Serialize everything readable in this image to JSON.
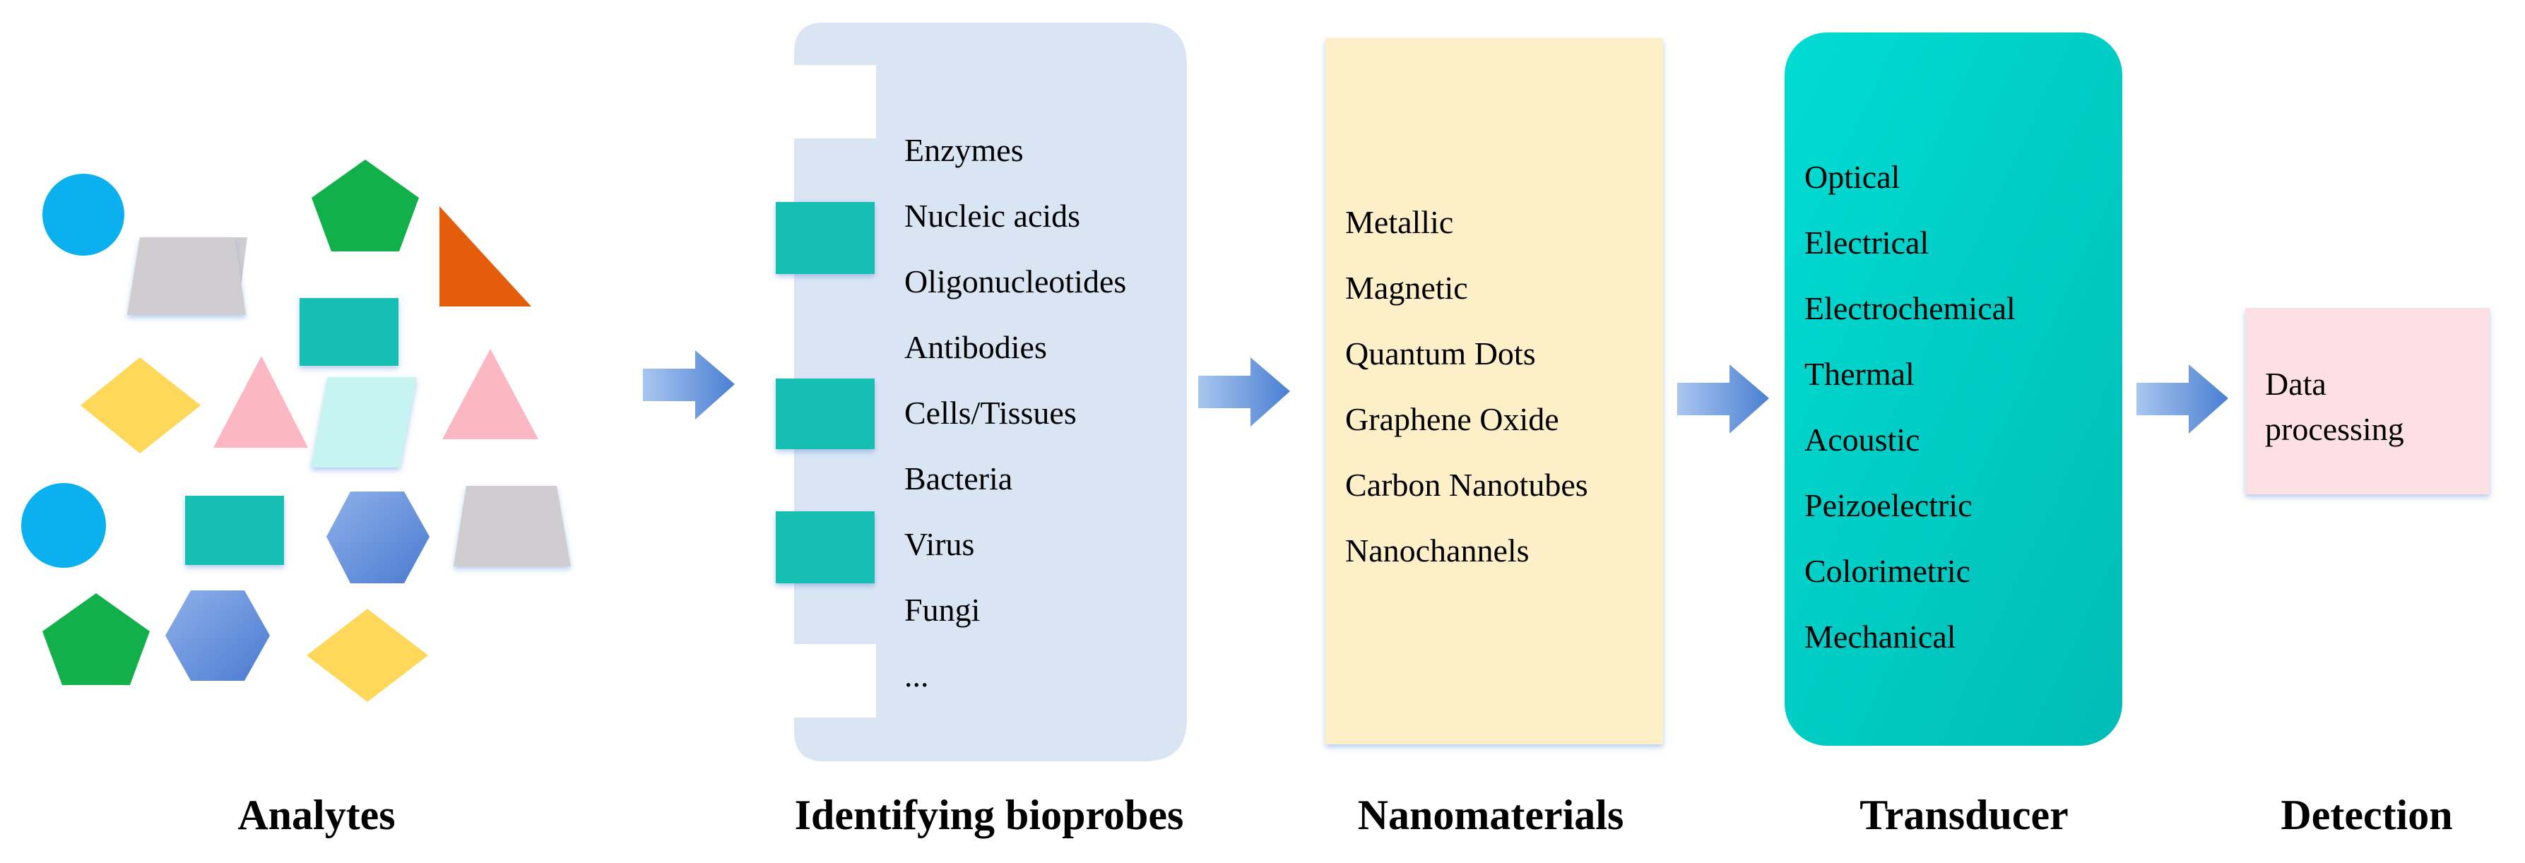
{
  "stages": {
    "analytes": "Analytes",
    "bioprobes": "Identifying bioprobes",
    "nanomaterials": "Nanomaterials",
    "transducer": "Transducer",
    "detection": "Detection"
  },
  "bioprobes": {
    "items": [
      "Enzymes",
      "Nucleic acids",
      "Oligonucleotides",
      "Antibodies",
      "Cells/Tissues",
      "Bacteria",
      "Virus",
      "Fungi",
      "..."
    ]
  },
  "nanomaterials": {
    "items": [
      "Metallic",
      "Magnetic",
      "Quantum Dots",
      "Graphene Oxide",
      "Carbon Nanotubes",
      "Nanochannels"
    ]
  },
  "transducer": {
    "items": [
      "Optical",
      "Electrical",
      "Electrochemical",
      "Thermal",
      "Acoustic",
      "Peizoelectric",
      "Colorimetric",
      "Mechanical"
    ]
  },
  "detection": {
    "box_text": "Data processing"
  },
  "colors": {
    "bioprobe_panel": "#dae5f4",
    "nanomaterial_panel": "#fdf0c8",
    "transducer_panel": "#00cdc5",
    "detection_box": "#fde0e6",
    "arrow": "#5b8fd8",
    "teal": "#13bfb1",
    "blue_circle": "#0bb0ee",
    "green": "#12b04a",
    "orange": "#e35d0a",
    "gray": "#cfcdd0",
    "yellow": "#ffd85a",
    "pink": "#fbb7c2",
    "light_cyan": "#c7f3f0",
    "hexagon_blue": "#5e8fdc"
  }
}
